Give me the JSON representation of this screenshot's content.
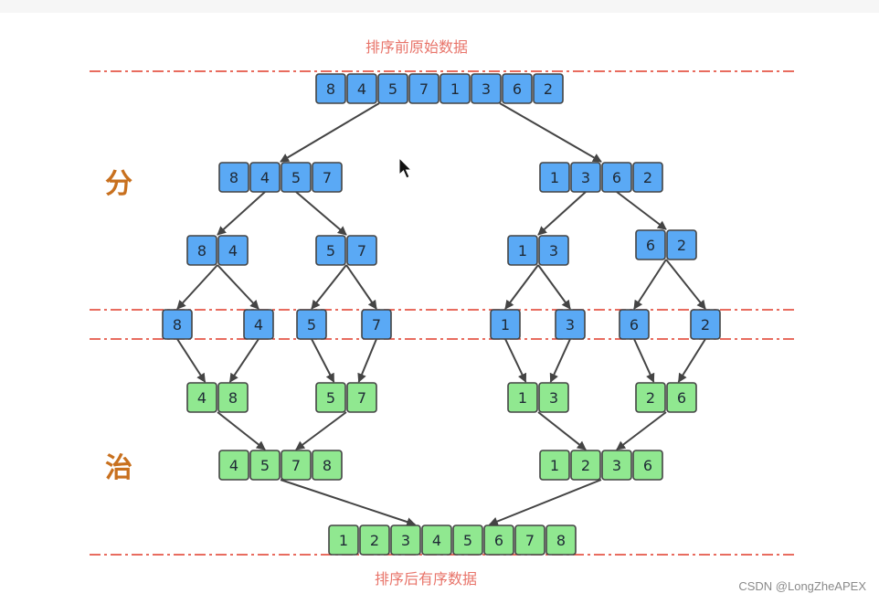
{
  "labels": {
    "top": "排序前原始数据",
    "bottom": "排序后有序数据",
    "divide": "分",
    "conquer": "治",
    "watermark": "CSDN @LongZheAPEX"
  },
  "colors": {
    "split_fill": "#5aa9f5",
    "merge_fill": "#90e890",
    "border": "#444444",
    "guide_line": "#e03c2a",
    "arrow": "#444444"
  },
  "groups": {
    "root": [
      "8",
      "4",
      "5",
      "7",
      "1",
      "3",
      "6",
      "2"
    ],
    "d1_left": [
      "8",
      "4",
      "5",
      "7"
    ],
    "d1_right": [
      "1",
      "3",
      "6",
      "2"
    ],
    "d2_a": [
      "8",
      "4"
    ],
    "d2_b": [
      "5",
      "7"
    ],
    "d2_c": [
      "1",
      "3"
    ],
    "d2_d": [
      "6",
      "2"
    ],
    "s_8": [
      "8"
    ],
    "s_4": [
      "4"
    ],
    "s_5": [
      "5"
    ],
    "s_7": [
      "7"
    ],
    "s_1": [
      "1"
    ],
    "s_3": [
      "3"
    ],
    "s_6": [
      "6"
    ],
    "s_2": [
      "2"
    ],
    "m1_a": [
      "4",
      "8"
    ],
    "m1_b": [
      "5",
      "7"
    ],
    "m1_c": [
      "1",
      "3"
    ],
    "m1_d": [
      "2",
      "6"
    ],
    "m2_left": [
      "4",
      "5",
      "7",
      "8"
    ],
    "m2_right": [
      "1",
      "2",
      "3",
      "6"
    ],
    "final": [
      "1",
      "2",
      "3",
      "4",
      "5",
      "6",
      "7",
      "8"
    ]
  }
}
